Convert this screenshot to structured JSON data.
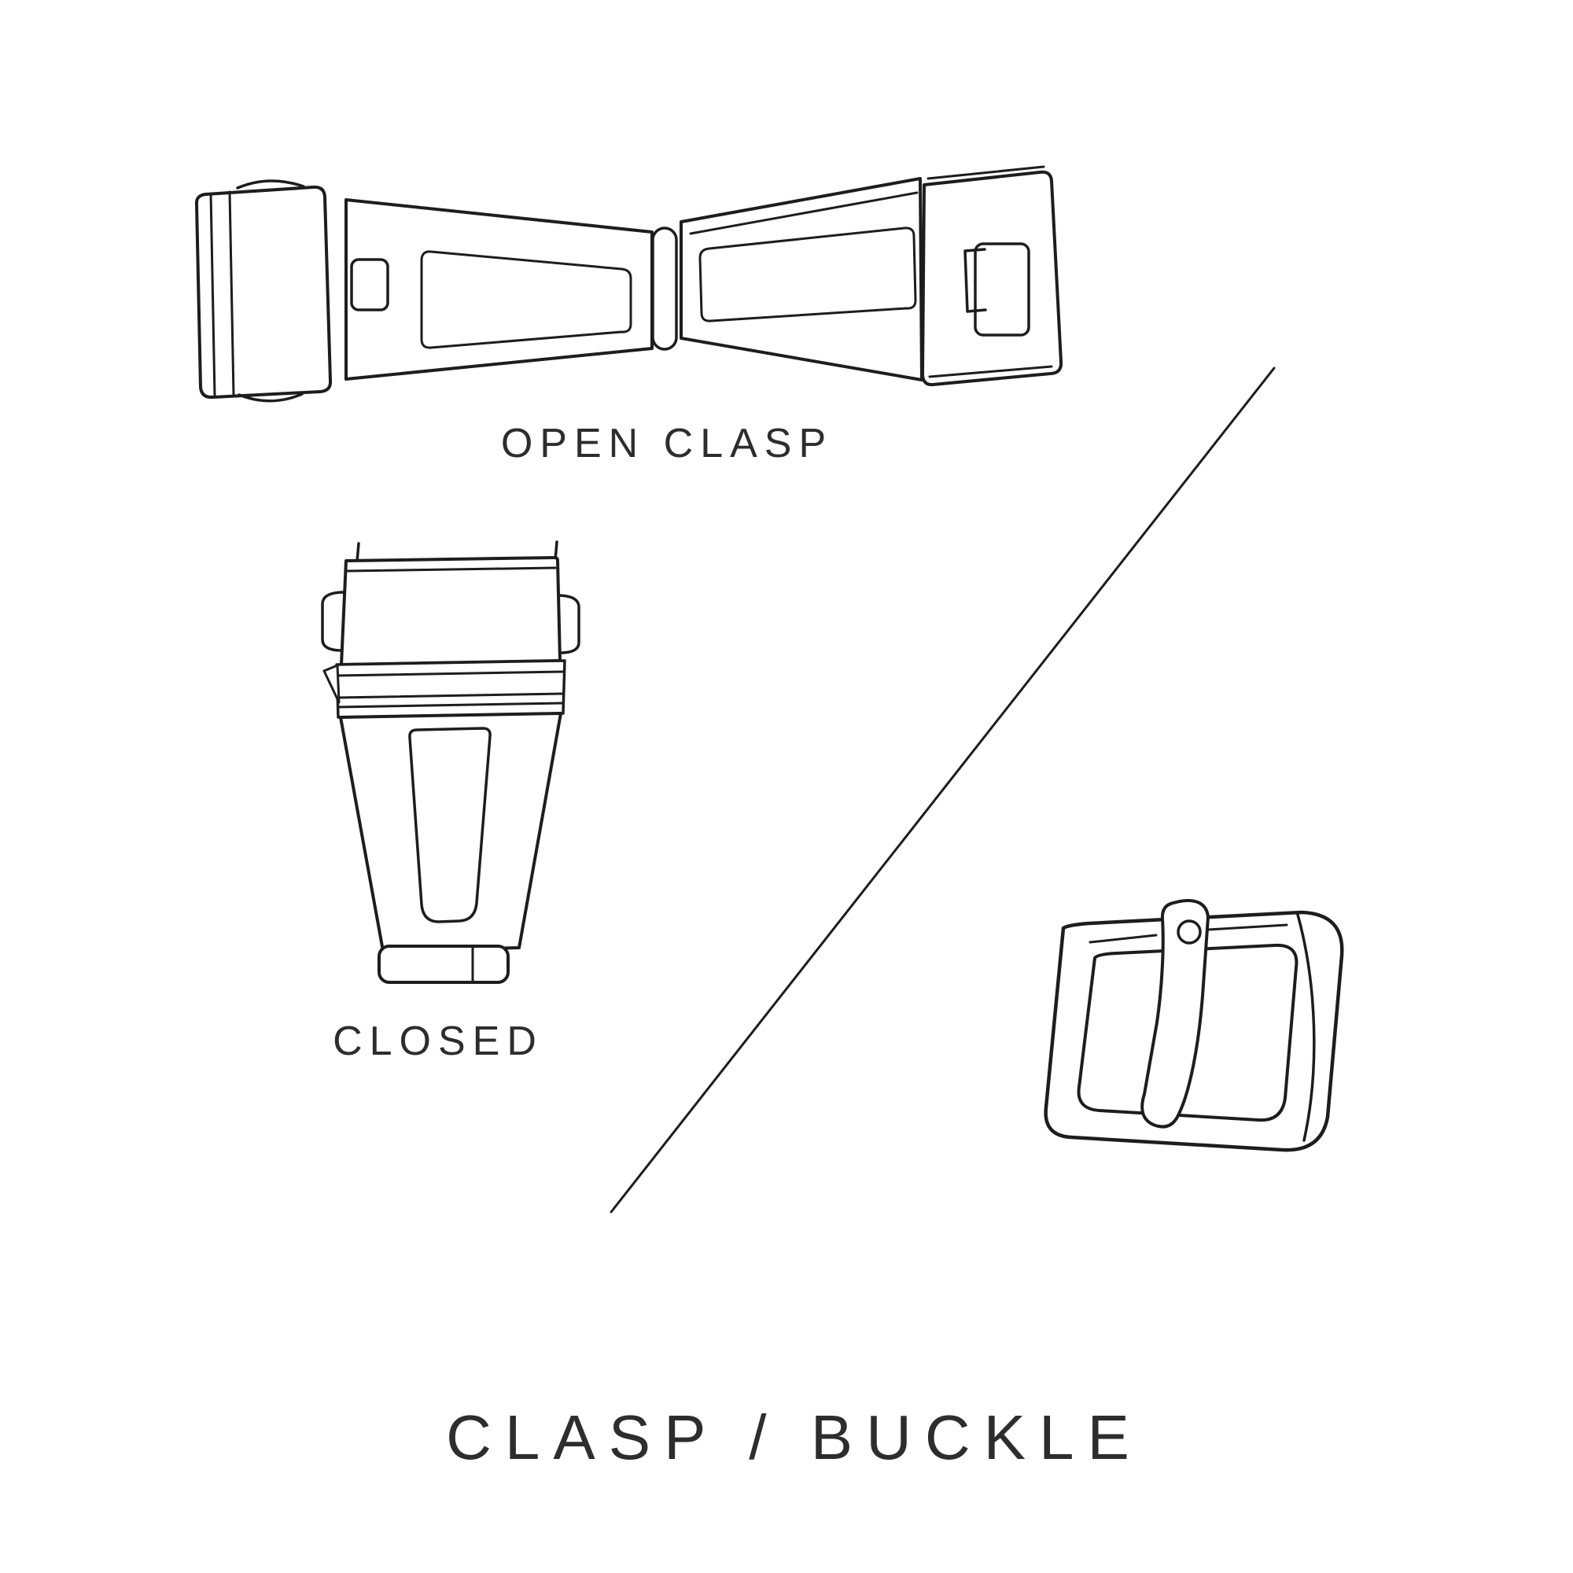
{
  "page": {
    "background_color": "#ffffff",
    "line_color": "#1d1d1d",
    "text_color": "#2d2d2d"
  },
  "labels": {
    "open_clasp": "OPEN CLASP",
    "closed": "CLOSED",
    "title": "CLASP / BUCKLE"
  },
  "illustrations": [
    {
      "id": "open-clasp",
      "caption": "OPEN CLASP",
      "description": "watch deployant clasp shown open"
    },
    {
      "id": "closed-clasp",
      "caption": "CLOSED",
      "description": "watch clasp shown closed"
    },
    {
      "id": "buckle",
      "caption": "",
      "description": "tang buckle"
    }
  ]
}
